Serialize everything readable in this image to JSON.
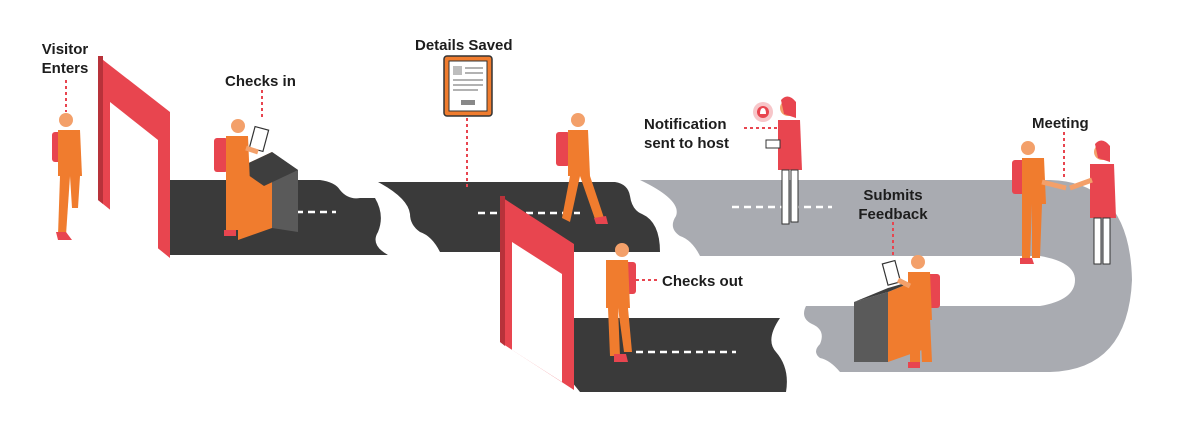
{
  "colors": {
    "dark_path": "#3a3a3a",
    "grey_path": "#a9abb1",
    "accent": "#e8454f",
    "skin": "#f3a06a",
    "orange": "#f07c2e",
    "kiosk_grey": "#5a5a5a"
  },
  "steps": {
    "visitor_enters": "Visitor\nEnters",
    "checks_in": "Checks in",
    "details_saved": "Details Saved",
    "notification": "Notification\nsent to host",
    "meeting": "Meeting",
    "submits_feedback": "Submits\nFeedback",
    "checks_out": "Checks out"
  },
  "icons": {
    "tablet": "tablet-icon",
    "bell": "bell-icon"
  }
}
